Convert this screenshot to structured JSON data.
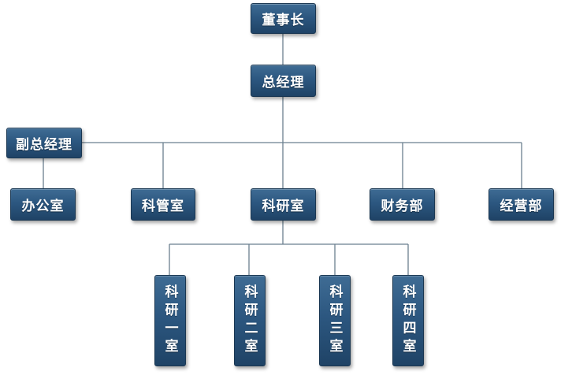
{
  "org_chart": {
    "chairman": "董事长",
    "general_manager": "总经理",
    "deputy_general_manager": "副总经理",
    "departments": {
      "office": "办公室",
      "research_management": "科管室",
      "research": "科研室",
      "finance": "财务部",
      "business": "经营部"
    },
    "research_labs": [
      "科研一室",
      "科研二室",
      "科研三室",
      "科研四室"
    ]
  }
}
